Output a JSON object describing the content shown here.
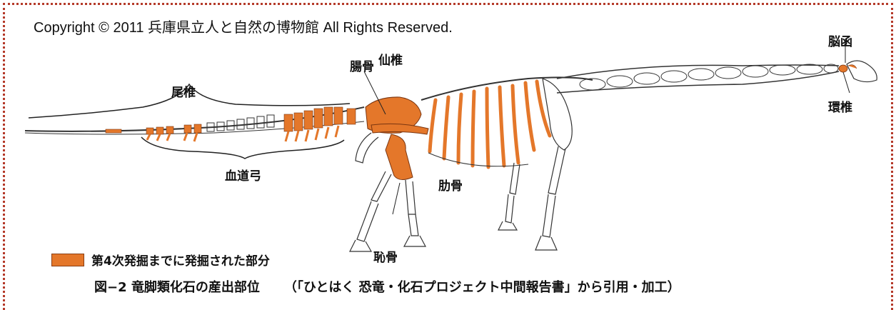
{
  "copyright": "Copyright © 2011  兵庫県立人と自然の博物館  All Rights Reserved.",
  "labels": {
    "tail_vertebrae": "尾椎",
    "ilium": "腸骨",
    "sacral_vertebrae": "仙椎",
    "braincase": "脳函",
    "atlas": "環椎",
    "chevrons": "血道弓",
    "ribs": "肋骨",
    "pubis": "恥骨"
  },
  "legend": {
    "text": "第4次発掘までに発掘された部分",
    "color": "#e4772a"
  },
  "caption": {
    "figure": "図−2  竜脚類化石の産出部位",
    "source": "（「ひとはく 恐竜・化石プロジェクト中間報告書」から引用・加工）"
  },
  "colors": {
    "excavated": "#e4772a",
    "bone_outline": "#333333",
    "border": "#b53a2a"
  }
}
